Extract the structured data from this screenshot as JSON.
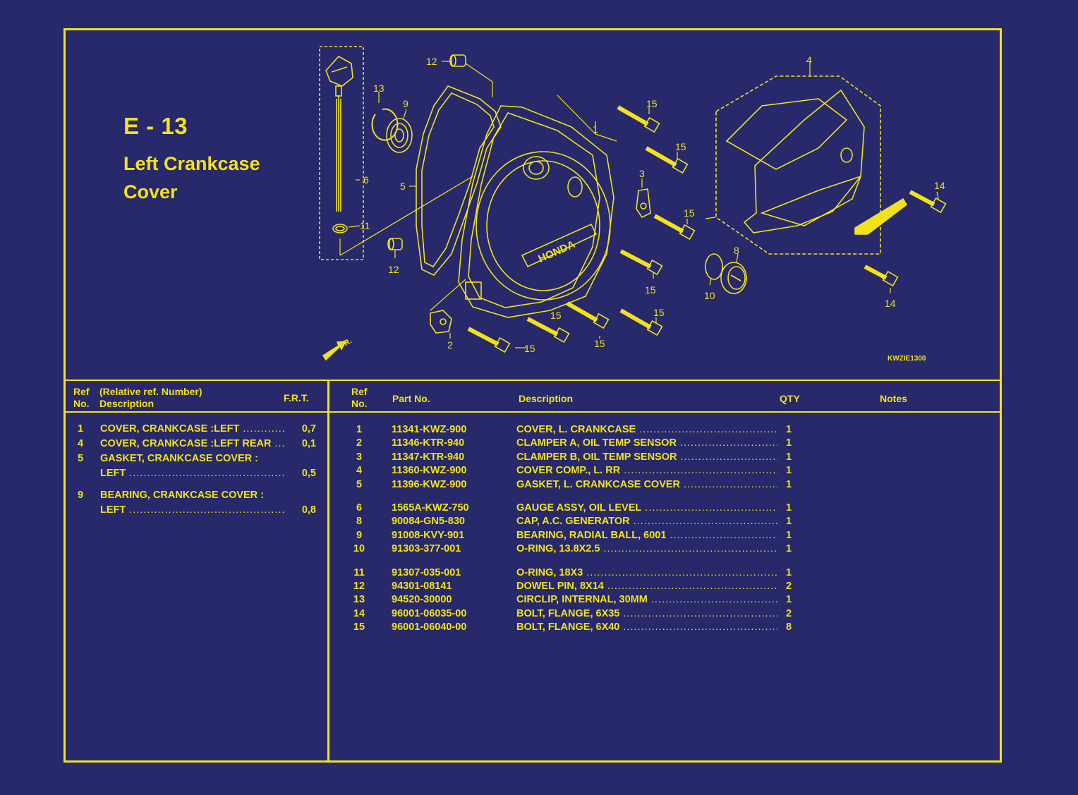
{
  "page": {
    "code": "E - 13",
    "title_line1": "Left Crankcase",
    "title_line2": "Cover",
    "diagram_code": "KWZIE1300",
    "front_arrow": "FR."
  },
  "colors": {
    "background": "#27296a",
    "ink": "#f2e21a"
  },
  "left_table": {
    "header_ref": "Ref",
    "header_no": "No.",
    "header_rel": "(Relative ref. Number)",
    "header_desc": "Description",
    "header_frt": "F.R.T.",
    "rows": [
      {
        "ref": "1",
        "desc": "COVER, CRANKCASE :LEFT",
        "frt": "0,7"
      },
      {
        "ref": "4",
        "desc": "COVER, CRANKCASE :LEFT REAR",
        "frt": "0,1"
      },
      {
        "ref": "5",
        "desc": "GASKET, CRANKCASE COVER :",
        "cont": "LEFT",
        "frt": "0,5"
      },
      {
        "ref": "9",
        "desc": "BEARING, CRANKCASE COVER :",
        "cont": "LEFT",
        "frt": "0,8"
      }
    ]
  },
  "right_table": {
    "header_ref": "Ref",
    "header_no": "No.",
    "header_part": "Part No.",
    "header_desc": "Description",
    "header_qty": "QTY",
    "header_notes": "Notes",
    "rows": [
      {
        "ref": "1",
        "part": "11341-KWZ-900",
        "desc": "COVER, L. CRANKCASE",
        "qty": "1"
      },
      {
        "ref": "2",
        "part": "11346-KTR-940",
        "desc": "CLAMPER A, OIL TEMP SENSOR",
        "qty": "1"
      },
      {
        "ref": "3",
        "part": "11347-KTR-940",
        "desc": "CLAMPER B, OIL TEMP SENSOR",
        "qty": "1"
      },
      {
        "ref": "4",
        "part": "11360-KWZ-900",
        "desc": "COVER COMP., L. RR",
        "qty": "1"
      },
      {
        "ref": "5",
        "part": "11396-KWZ-900",
        "desc": "GASKET, L. CRANKCASE COVER",
        "qty": "1"
      },
      {
        "ref": "6",
        "part": "1565A-KWZ-750",
        "desc": "GAUGE ASSY, OIL LEVEL",
        "qty": "1"
      },
      {
        "ref": "8",
        "part": "90084-GN5-830",
        "desc": "CAP, A.C. GENERATOR",
        "qty": "1"
      },
      {
        "ref": "9",
        "part": "91008-KVY-901",
        "desc": "BEARING, RADIAL BALL, 6001",
        "qty": "1"
      },
      {
        "ref": "10",
        "part": "91303-377-001",
        "desc": "O-RING, 13.8X2.5",
        "qty": "1"
      },
      {
        "ref": "11",
        "part": "91307-035-001",
        "desc": "O-RING, 18X3",
        "qty": "1"
      },
      {
        "ref": "12",
        "part": "94301-08141",
        "desc": "DOWEL PIN, 8X14",
        "qty": "2"
      },
      {
        "ref": "13",
        "part": "94520-30000",
        "desc": "CIRCLIP, INTERNAL, 30MM",
        "qty": "1"
      },
      {
        "ref": "14",
        "part": "96001-06035-00",
        "desc": "BOLT, FLANGE, 6X35",
        "qty": "2"
      },
      {
        "ref": "15",
        "part": "96001-06040-00",
        "desc": "BOLT, FLANGE, 6X40",
        "qty": "8"
      }
    ]
  },
  "callouts": [
    "12",
    "13",
    "9",
    "1",
    "15",
    "15",
    "3",
    "15",
    "15",
    "15",
    "15",
    "5",
    "6",
    "11",
    "12",
    "2",
    "15",
    "15",
    "10",
    "8",
    "4",
    "14",
    "14"
  ],
  "brand_mark": "HONDA"
}
